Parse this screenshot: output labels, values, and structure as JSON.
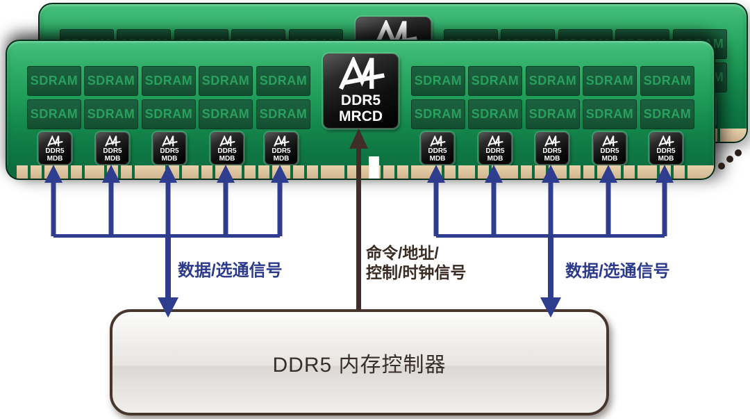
{
  "module": {
    "sdram_label": "SDRAM",
    "sdram_count_per_module": 20,
    "mrcd_chip": {
      "logo": "montage-m-logo",
      "line1": "DDR5",
      "line2": "MRCD"
    },
    "mdb_chip": {
      "logo": "montage-m-logo",
      "line1": "DDR5",
      "line2": "MDB"
    },
    "mdb_count_per_module": 10,
    "module_count": 2,
    "more_modules_dots": 3
  },
  "labels": {
    "data_strobe_left": "数据/选通信号",
    "data_strobe_right": "数据/选通信号",
    "cmd_line1": "命令/地址/",
    "cmd_line2": "控制/时钟信号"
  },
  "controller": {
    "label": "DDR5 内存控制器"
  },
  "colors": {
    "background": "#ffffff",
    "board_green_top": "#3eba74",
    "board_green_bottom": "#0b6c3e",
    "sdram_chip_fill": "#175837",
    "sdram_text": "#2aa05e",
    "chip_black": "#111111",
    "chip_text": "#ffffff",
    "connector_gold": "#d9bf9b",
    "signal_blue": "#2e3d8e",
    "cmd_brown": "#402d28",
    "controller_fill": "#f1efed",
    "controller_border": "#46362e"
  }
}
